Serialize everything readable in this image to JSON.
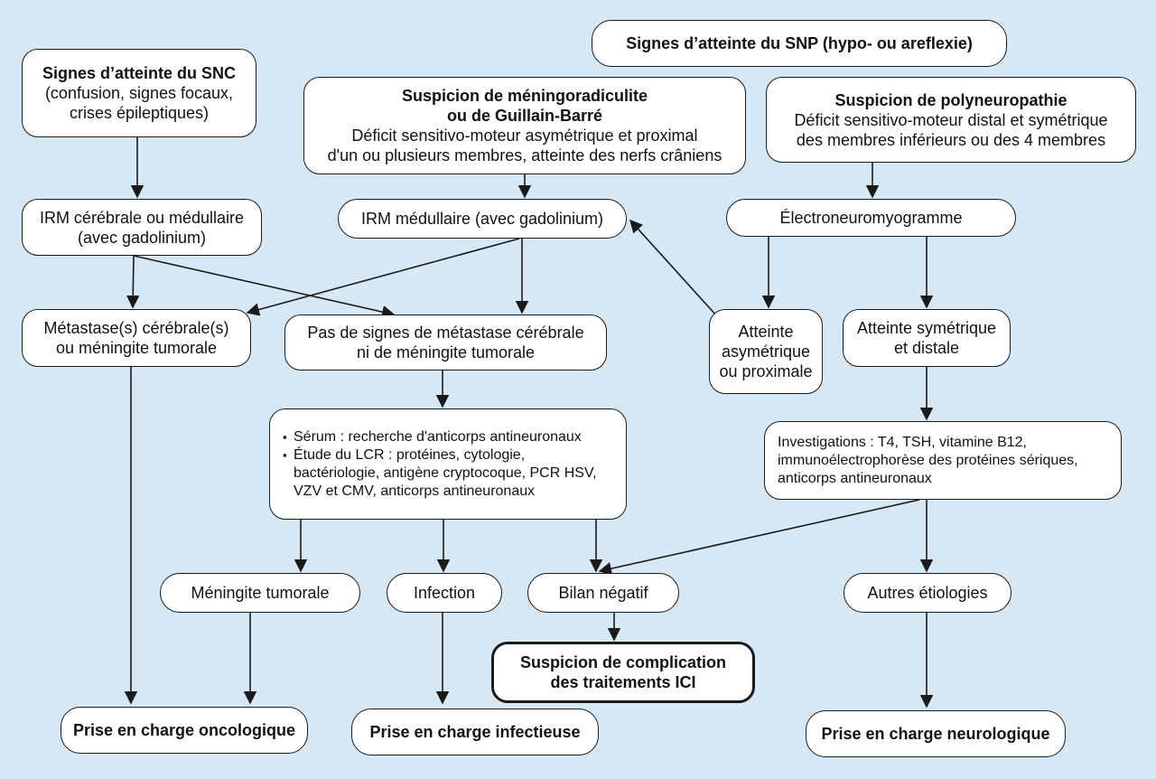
{
  "colors": {
    "background": "#d6e8f5",
    "node_fill": "#ffffff",
    "stroke": "#1a1a1a"
  },
  "nodes": {
    "snc": {
      "title": "Signes d’atteinte du SNC",
      "lines": [
        "(confusion, signes focaux,",
        "crises épileptiques)"
      ]
    },
    "snp": {
      "title": "Signes d’atteinte du SNP (hypo- ou areflexie)"
    },
    "meningo": {
      "title1": "Suspicion de méningoradiculite",
      "title2": "ou de Guillain-Barré",
      "lines": [
        "Déficit sensitivo-moteur asymétrique et proximal",
        "d'un ou plusieurs membres, atteinte des nerfs crâniens"
      ]
    },
    "polyneuro": {
      "title": "Suspicion de polyneuropathie",
      "lines": [
        "Déficit sensitivo-moteur distal et symétrique",
        "des membres inférieurs ou des 4 membres"
      ]
    },
    "irm_cerebrale": {
      "lines": [
        "IRM cérébrale ou médullaire",
        "(avec gadolinium)"
      ]
    },
    "irm_medullaire": {
      "text": "IRM médullaire (avec gadolinium)"
    },
    "enmg": {
      "text": "Électroneuromyogramme"
    },
    "metastases": {
      "lines": [
        "Métastase(s) cérébrale(s)",
        "ou méningite tumorale"
      ]
    },
    "pas_signes": {
      "lines": [
        "Pas de signes de métastase cérébrale",
        "ni de méningite tumorale"
      ]
    },
    "asym": {
      "lines": [
        "Atteinte",
        "asymétrique",
        "ou proximale"
      ]
    },
    "sym": {
      "lines": [
        "Atteinte symétrique",
        "et distale"
      ]
    },
    "serum": {
      "bullets": [
        "Sérum : recherche d'anticorps antineuronaux",
        "Étude du LCR  : protéines, cytologie, bactériologie, antigène cryptocoque, PCR HSV, VZV et CMV, anticorps antineuronaux"
      ]
    },
    "investigations": {
      "lines": [
        "Investigations  : T4, TSH, vitamine B12,",
        "immunoélectrophorèse des protéines sériques,",
        "anticorps antineuronaux"
      ]
    },
    "meningite_tumorale": {
      "text": "Méningite tumorale"
    },
    "infection": {
      "text": "Infection"
    },
    "bilan_negatif": {
      "text": "Bilan négatif"
    },
    "autres": {
      "text": "Autres étiologies"
    },
    "suspicion_ici": {
      "lines": [
        "Suspicion de complication",
        "des traitements ICI"
      ]
    },
    "pec_onco": {
      "text": "Prise en charge oncologique"
    },
    "pec_infect": {
      "text": "Prise en charge infectieuse"
    },
    "pec_neuro": {
      "text": "Prise en charge neurologique"
    }
  }
}
